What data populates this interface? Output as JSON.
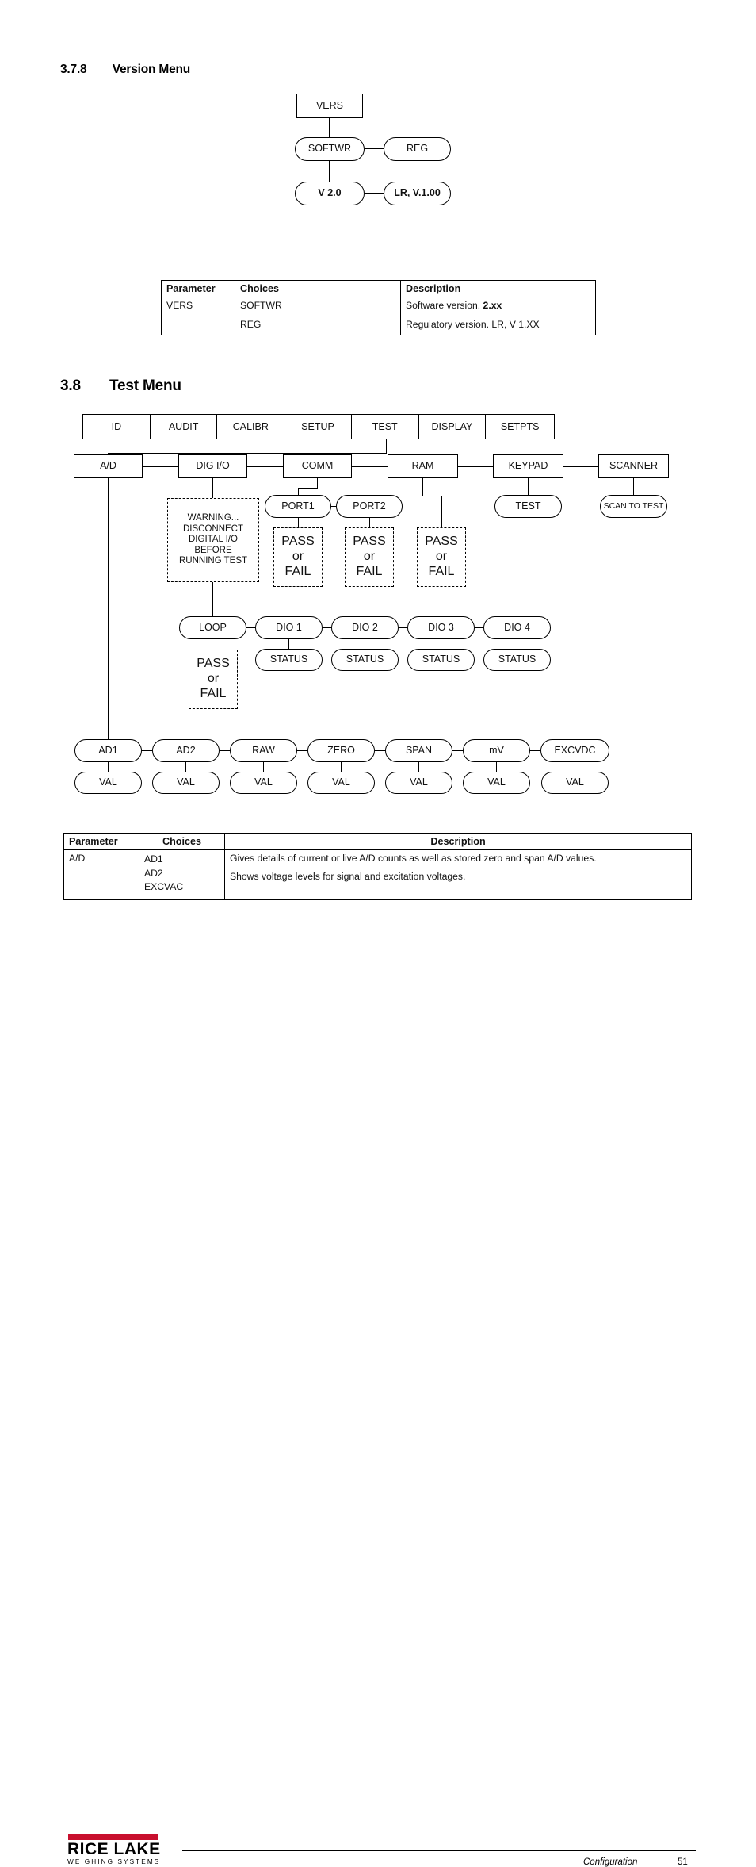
{
  "sections": {
    "version": {
      "number": "3.7.8",
      "title": "Version Menu"
    },
    "test": {
      "number": "3.8",
      "title": "Test Menu"
    }
  },
  "version_diagram": {
    "vers": "VERS",
    "softwr": "SOFTWR",
    "reg": "REG",
    "v20": "V 2.0",
    "lr": "LR, V.1.00"
  },
  "version_table": {
    "headers": [
      "Parameter",
      "Choices",
      "Description"
    ],
    "rows": [
      {
        "parameter": "VERS",
        "choices": "SOFTWR",
        "description": "Software version. ",
        "description_bold": "2.xx"
      },
      {
        "parameter": "",
        "choices": "REG",
        "description": "Regulatory version. LR, V 1.XX",
        "description_bold": ""
      }
    ]
  },
  "test_diagram": {
    "top_menu": [
      "ID",
      "AUDIT",
      "CALIBR",
      "SETUP",
      "TEST",
      "DISPLAY",
      "SETPTS"
    ],
    "row2": [
      "A/D",
      "DIG I/O",
      "COMM",
      "RAM",
      "KEYPAD",
      "SCANNER"
    ],
    "warning": "WARNING...\nDISCONNECT\nDIGITAL I/O\nBEFORE\nRUNNING TEST",
    "ports": [
      "PORT1",
      "PORT2"
    ],
    "passfail": {
      "pass": "PASS",
      "or": "or",
      "fail": "FAIL"
    },
    "keypad_test": "TEST",
    "scanner_test": "SCAN TO TEST",
    "dio_row": [
      "LOOP",
      "DIO 1",
      "DIO 2",
      "DIO 3",
      "DIO 4"
    ],
    "status": "STATUS",
    "ad_row": [
      "AD1",
      "AD2",
      "RAW",
      "ZERO",
      "SPAN",
      "mV",
      "EXCVDC"
    ],
    "val": "VAL"
  },
  "test_table": {
    "headers": [
      "Parameter",
      "Choices",
      "Description"
    ],
    "row": {
      "parameter": "A/D",
      "choices": "AD1\nAD2\nEXCVAC",
      "description_1": "Gives details of current or live A/D counts as well as stored zero and span A/D values.",
      "description_2": "Shows voltage levels for signal and excitation voltages."
    }
  },
  "footer": {
    "brand": "RICE LAKE",
    "tagline": "WEIGHING SYSTEMS",
    "doc_section": "Configuration",
    "page_number": "51",
    "accent_color": "#c8102e"
  }
}
